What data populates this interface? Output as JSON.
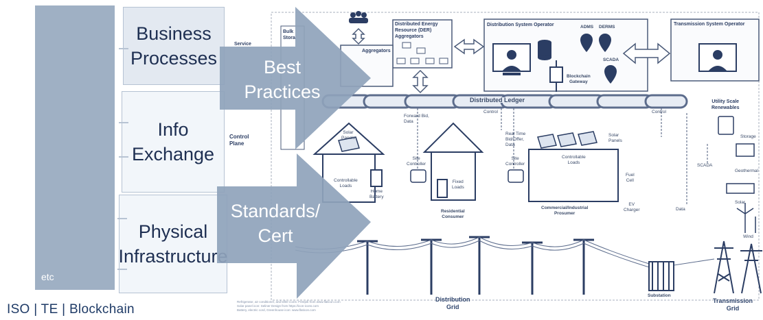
{
  "left_panel": {
    "layers": [
      "Business\nProcesses",
      "Info\nExchange",
      "Physical\nInfrastructure"
    ],
    "etc_label": "etc"
  },
  "arrows": {
    "best_practices": "Best\nPractices",
    "standards": "Standards/\nCert"
  },
  "footer": "ISO  |  TE  |  Blockchain",
  "diagram": {
    "der_aggregator": "Distributed Energy\nResource (DER)\nAggregators",
    "aggregators": "Aggregators",
    "dso": "Distribution System Operator",
    "adms": "ADMS",
    "derms": "DERMS",
    "scada_dso": "SCADA",
    "blockchain_gateway": "Blockchain\nGateway",
    "tso": "Transmission System Operator",
    "ledger": "Distributed Ledger",
    "bulk": "Bulk\nStora",
    "service": "Service",
    "control_plane": "Control\nPlane",
    "forward_bid": "Forward Bid,\nData",
    "control_1": "Control",
    "control_2": "Control",
    "realtime_bid": "Real Time\nBid/Offer,\nData",
    "solar_panels_home": "Solar\nPanels",
    "controllable_loads_home": "Controllable\nLoads",
    "home_battery": "Home\nBattery",
    "site_controller_1": "Site\nController",
    "fixed_loads": "Fixed\nLoads",
    "residential": "Residential\nConsumer",
    "site_controller_2": "Site\nController",
    "solar_panels_ci": "Solar\nPanels",
    "controllable_loads_ci": "Controllable\nLoads",
    "fuel_cell": "Fuel\nCell",
    "ev_charger": "EV\nCharger",
    "ci_prosumer": "Commercial/Industrial\nProsumer",
    "data_label": "Data",
    "scada_right": "SCADA",
    "utility_scale": "Utility Scale\nRenewables",
    "storage": "Storage",
    "geothermal": "Geothermal",
    "solar": "Solar",
    "wind": "Wind",
    "distribution_grid": "Distribution\nGrid",
    "substation": "Substation",
    "transmission_grid": "Transmission\nGrid",
    "credits": [
      "Refrigerator, air conditioner, and teller icons: Freepik from www.flaticon.com",
      "Solar panel icon: Seliner Design from https://icon-icons.com",
      "Battery, electric cord, Greenhouse icon: www.flaticon.com"
    ]
  }
}
